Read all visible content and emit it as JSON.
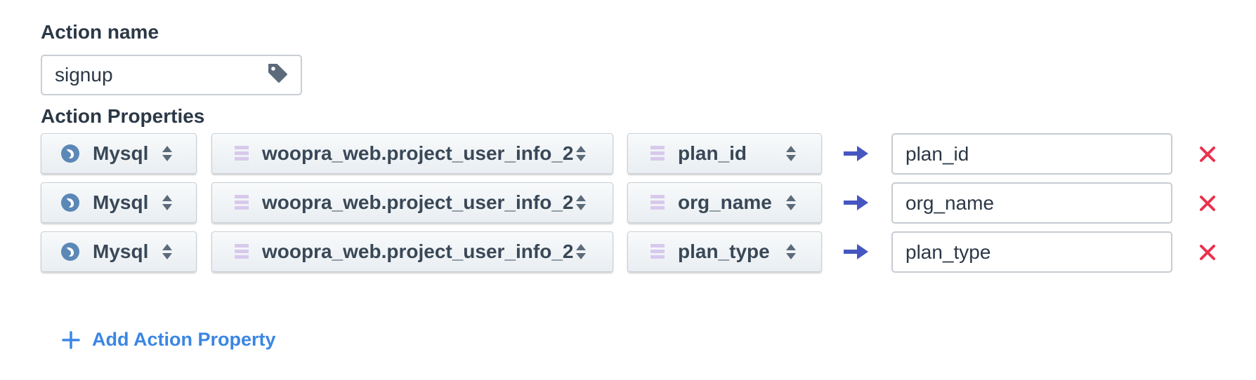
{
  "action_name": {
    "label": "Action name",
    "value": "signup",
    "icon": "tag-icon"
  },
  "action_properties": {
    "label": "Action Properties",
    "rows": [
      {
        "source": "Mysql",
        "table": "woopra_web.project_user_info_2",
        "column": "plan_id",
        "property": "plan_id"
      },
      {
        "source": "Mysql",
        "table": "woopra_web.project_user_info_2",
        "column": "org_name",
        "property": "org_name"
      },
      {
        "source": "Mysql",
        "table": "woopra_web.project_user_info_2",
        "column": "plan_type",
        "property": "plan_type"
      }
    ]
  },
  "add_property_label": "Add Action Property",
  "colors": {
    "accent_blue": "#3b86e3",
    "arrow": "#4656c1",
    "remove_red": "#e8334f",
    "table_icon": "#d7c9ec",
    "text": "#2b3846"
  }
}
